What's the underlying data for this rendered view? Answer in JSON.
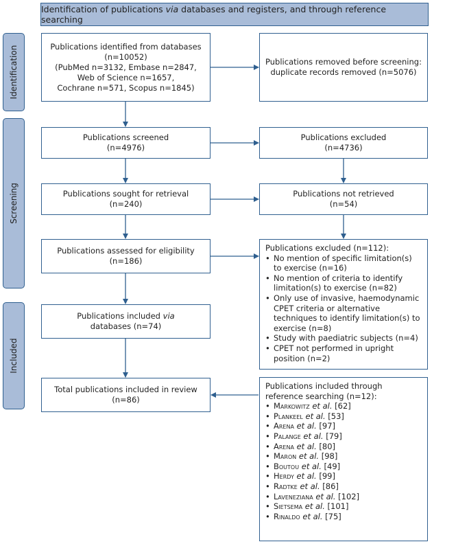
{
  "header": {
    "before": "Identification of publications ",
    "via": "via",
    "after": " databases and registers, and through reference searching"
  },
  "phases": {
    "identification": "Identification",
    "screening": "Screening",
    "included": "Included"
  },
  "boxes": {
    "identified": {
      "l1": "Publications identified from databases",
      "l2": "(n=10052)",
      "l3": "(PubMed n=3132, Embase n=2847,",
      "l4": "Web of Science n=1657,",
      "l5": "Cochrane n=571, Scopus n=1845)"
    },
    "removed": {
      "l1": "Publications removed  before screening:",
      "l2": "duplicate records removed (n=5076)"
    },
    "screened": {
      "l1": "Publications screened",
      "l2": "(n=4976)"
    },
    "excluded_screen": {
      "l1": "Publications excluded",
      "l2": "(n=4736)"
    },
    "sought": {
      "l1": "Publications sought for retrieval",
      "l2": "(n=240)"
    },
    "not_retrieved": {
      "l1": "Publications not retrieved",
      "l2": "(n=54)"
    },
    "assessed": {
      "l1": "Publications assessed for eligibility",
      "l2": "(n=186)"
    },
    "excluded_elig": {
      "title": "Publications excluded (n=112):",
      "items": [
        "No mention of specific limitation(s) to exercise (n=16)",
        "No mention of criteria to identify limitation(s) to exercise (n=82)",
        "Only use of invasive, haemodynamic CPET criteria or alternative techniques to identify limitation(s) to exercise (n=8)",
        "Study with  paediatric subjects (n=4)",
        "CPET not performed in upright position (n=2)"
      ]
    },
    "included_db": {
      "l1": "Publications included ",
      "via": "via",
      "l2": "databases (n=74)"
    },
    "total": {
      "l1": "Total publications included in review",
      "l2": "(n=86)"
    },
    "reference": {
      "title": "Publications included through reference searching (n=12):",
      "items": [
        {
          "author": "Markowitz",
          "etal": " et al.",
          "ref": " [62]"
        },
        {
          "author": "Plankeel",
          "etal": " et al.",
          "ref": " [53]"
        },
        {
          "author": "Arena",
          "etal": " et al.",
          "ref": " [97]"
        },
        {
          "author": "Palange",
          "etal": " et al.",
          "ref": " [79]"
        },
        {
          "author": "Arena",
          "etal": " et al.",
          "ref": "  [80]"
        },
        {
          "author": "Maron",
          "etal": " et al.",
          "ref": " [98]"
        },
        {
          "author": "Boutou",
          "etal": " et al.",
          "ref": " [49]"
        },
        {
          "author": "Herdy",
          "etal": " et al.",
          "ref": " [99]"
        },
        {
          "author": "Radtke",
          "etal": " et al.",
          "ref": " [86]"
        },
        {
          "author": "Laveneziana",
          "etal": " et al.",
          "ref": " [102]"
        },
        {
          "author": "Sietsema",
          "etal": " et al.",
          "ref": " [101]"
        },
        {
          "author": "Rinaldo",
          "etal": " et al.",
          "ref": " [75]"
        }
      ]
    }
  },
  "colors": {
    "box_border": "#2f5f8f",
    "header_fill": "#a9bcd8",
    "arrow": "#2f5f8f"
  }
}
